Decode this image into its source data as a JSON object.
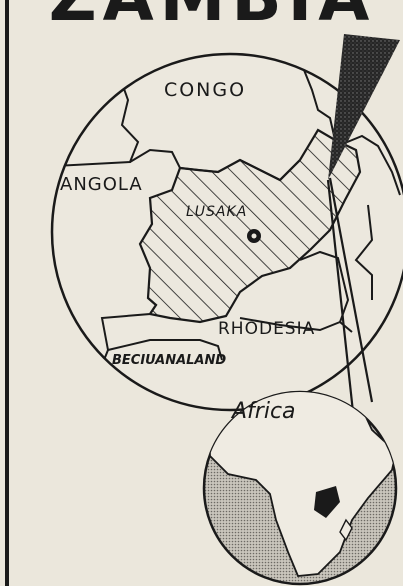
{
  "header": {
    "title": "ZAMBIA"
  },
  "map": {
    "labels": {
      "congo": "CONGO",
      "angola": "ANGOLA",
      "lusaka": "LUSAKA",
      "rhodesia": "RHODESIA",
      "bechuanaland": "BECIUANALAND",
      "africa": "Africa"
    }
  },
  "colors": {
    "ink": "#141414",
    "paper": "#ebe7dc",
    "globe_shade": "#b9b5ad"
  }
}
